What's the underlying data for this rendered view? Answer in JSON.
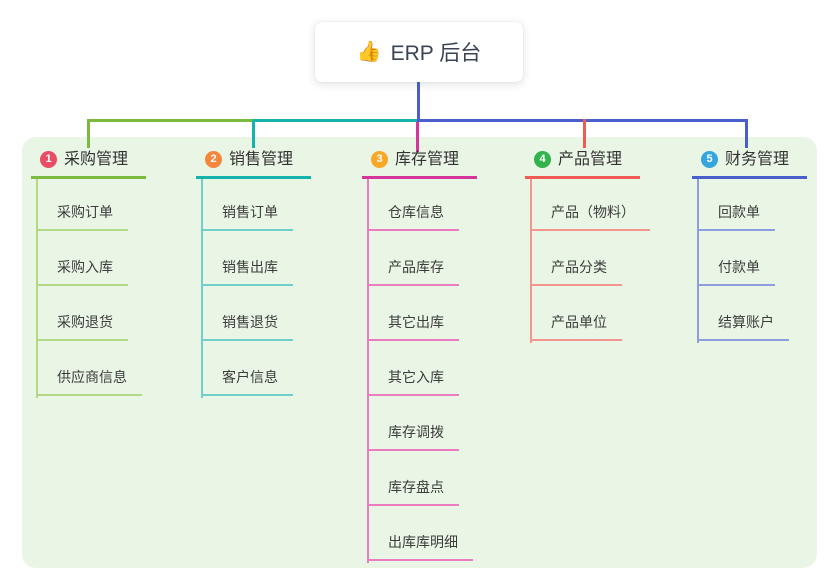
{
  "root": {
    "icon": "👍",
    "label": "ERP 后台"
  },
  "colors": {
    "page_bg": "#ffffff",
    "panel_bg": "#E9F6E5",
    "root_line": "#4A5FCB",
    "root_text": "#3A4354",
    "title_text": "#333333",
    "item_text": "#3C3C3C"
  },
  "branches": [
    {
      "num": "1",
      "title": "采购管理",
      "badge_color": "#EA4C65",
      "line_color": "#7CB93F",
      "light_color": "#B2D985",
      "items": [
        "采购订单",
        "采购入库",
        "采购退货",
        "供应商信息"
      ]
    },
    {
      "num": "2",
      "title": "销售管理",
      "badge_color": "#F5863B",
      "line_color": "#16B3AC",
      "light_color": "#6FCFC9",
      "items": [
        "销售订单",
        "销售出库",
        "销售退货",
        "客户信息"
      ]
    },
    {
      "num": "3",
      "title": "库存管理",
      "badge_color": "#F9A825",
      "line_color": "#D6359C",
      "light_color": "#EB7CC0",
      "items": [
        "仓库信息",
        "产品库存",
        "其它出库",
        "其它入库",
        "库存调拨",
        "库存盘点",
        "出库库明细"
      ]
    },
    {
      "num": "4",
      "title": "产品管理",
      "badge_color": "#2FB34A",
      "line_color": "#F05B55",
      "light_color": "#F4968F",
      "items": [
        "产品（物料）",
        "产品分类",
        "产品单位"
      ]
    },
    {
      "num": "5",
      "title": "财务管理",
      "badge_color": "#35A5DE",
      "line_color": "#4A5FCB",
      "light_color": "#8D9DDD",
      "items": [
        "回款单",
        "付款单",
        "结算账户"
      ]
    }
  ]
}
